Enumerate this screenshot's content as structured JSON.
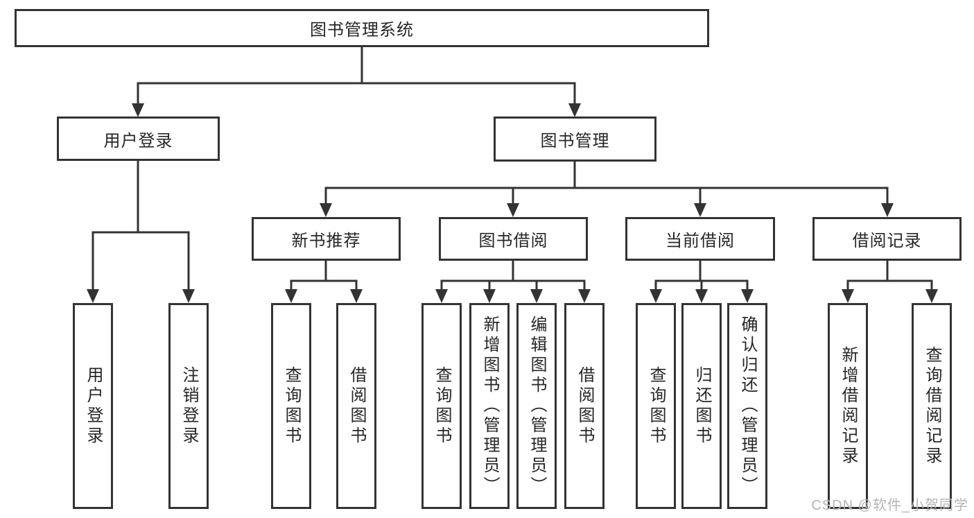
{
  "colors": {
    "line": "#333333",
    "box_border": "#333333",
    "box_background": "#ffffff",
    "text": "#262626",
    "watermark": "#b5b5b8",
    "background": "#ffffff"
  },
  "watermark": "CSDN @软件_小贺同学",
  "diagram": {
    "root": "图书管理系统",
    "level2": {
      "user_login": "用户登录",
      "book_mgmt": "图书管理"
    },
    "level3": {
      "new_books": "新书推荐",
      "borrowing": "图书借阅",
      "current": "当前借阅",
      "records": "借阅记录"
    },
    "leaves": {
      "user_login": [
        "用户登录",
        "注销登录"
      ],
      "new_books": [
        "查询图书",
        "借阅图书"
      ],
      "borrowing": [
        "查询图书",
        "新增图书（管理员）",
        "编辑图书（管理员）",
        "借阅图书"
      ],
      "current": [
        "查询图书",
        "归还图书",
        "确认归还（管理员）"
      ],
      "records": [
        "新增借阅记录",
        "查询借阅记录"
      ]
    }
  }
}
